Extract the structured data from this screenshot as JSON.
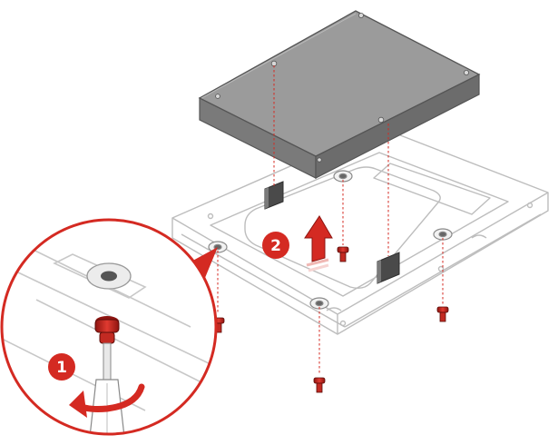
{
  "steps": [
    {
      "number": "1",
      "action": "unscrew"
    },
    {
      "number": "2",
      "action": "lift-drive-out"
    }
  ],
  "colors": {
    "accent_red": "#d42a22",
    "dark_red": "#8e1410",
    "drive_top": "#9b9b9b",
    "drive_side": "#7a7a7a",
    "outline": "#6d6d6d",
    "bracket_line": "#bdbdbd",
    "clip_dark": "#4a4a4a"
  },
  "icons": {
    "step1": "rotate-counterclockwise-arrow-icon",
    "step2": "lift-up-arrow-icon",
    "screw": "screw-icon",
    "screwdriver": "screwdriver-icon"
  }
}
